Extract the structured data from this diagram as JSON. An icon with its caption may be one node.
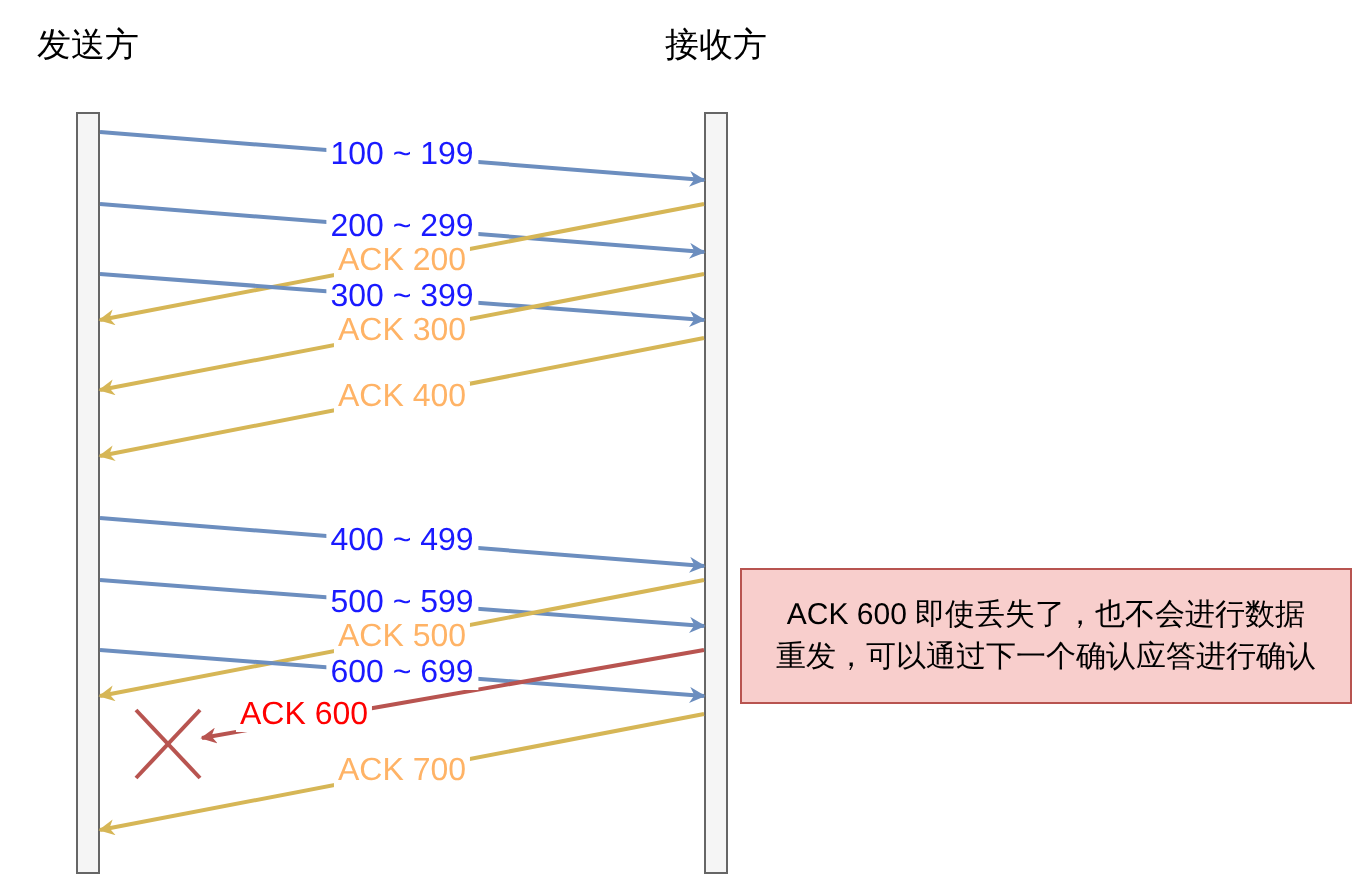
{
  "diagram": {
    "nodes": [
      {
        "text": [
          "发送方"
        ]
      },
      {
        "text": [
          "接收方"
        ]
      },
      {
        "text": [
          "ACK 600 即使丢失了，也不会进行数据重发，可以通过下一个确认应答进行确认"
        ]
      },
      {
        "text": [],
        "shape": "cross"
      }
    ],
    "edges": [
      {
        "from": 0,
        "to": 1,
        "arrow": "to",
        "label": "100 ~ 199",
        "color": "#6c8ebf"
      },
      {
        "from": 0,
        "to": 1,
        "arrow": "to",
        "label": "200 ~ 299",
        "color": "#6c8ebf"
      },
      {
        "from": 1,
        "to": 0,
        "arrow": "to",
        "label": "ACK 200",
        "color": "#d6b656"
      },
      {
        "from": 0,
        "to": 1,
        "arrow": "to",
        "label": "300 ~ 399",
        "color": "#6c8ebf"
      },
      {
        "from": 1,
        "to": 0,
        "arrow": "to",
        "label": "ACK 300",
        "color": "#d6b656"
      },
      {
        "from": 1,
        "to": 0,
        "arrow": "to",
        "label": "ACK 400",
        "color": "#d6b656"
      },
      {
        "from": 0,
        "to": 1,
        "arrow": "to",
        "label": "400 ~ 499",
        "color": "#6c8ebf"
      },
      {
        "from": 0,
        "to": 1,
        "arrow": "to",
        "label": "500 ~ 599",
        "color": "#6c8ebf"
      },
      {
        "from": 1,
        "to": 0,
        "arrow": "to",
        "label": "ACK 500",
        "color": "#d6b656"
      },
      {
        "from": 0,
        "to": 1,
        "arrow": "to",
        "label": "600 ~ 699",
        "color": "#6c8ebf"
      },
      {
        "from": 1,
        "to": 3,
        "arrow": "to",
        "label": "ACK 600",
        "color": "#b85450"
      },
      {
        "from": 1,
        "to": 0,
        "arrow": "to",
        "label": "ACK 700",
        "color": "#d6b656"
      }
    ]
  }
}
